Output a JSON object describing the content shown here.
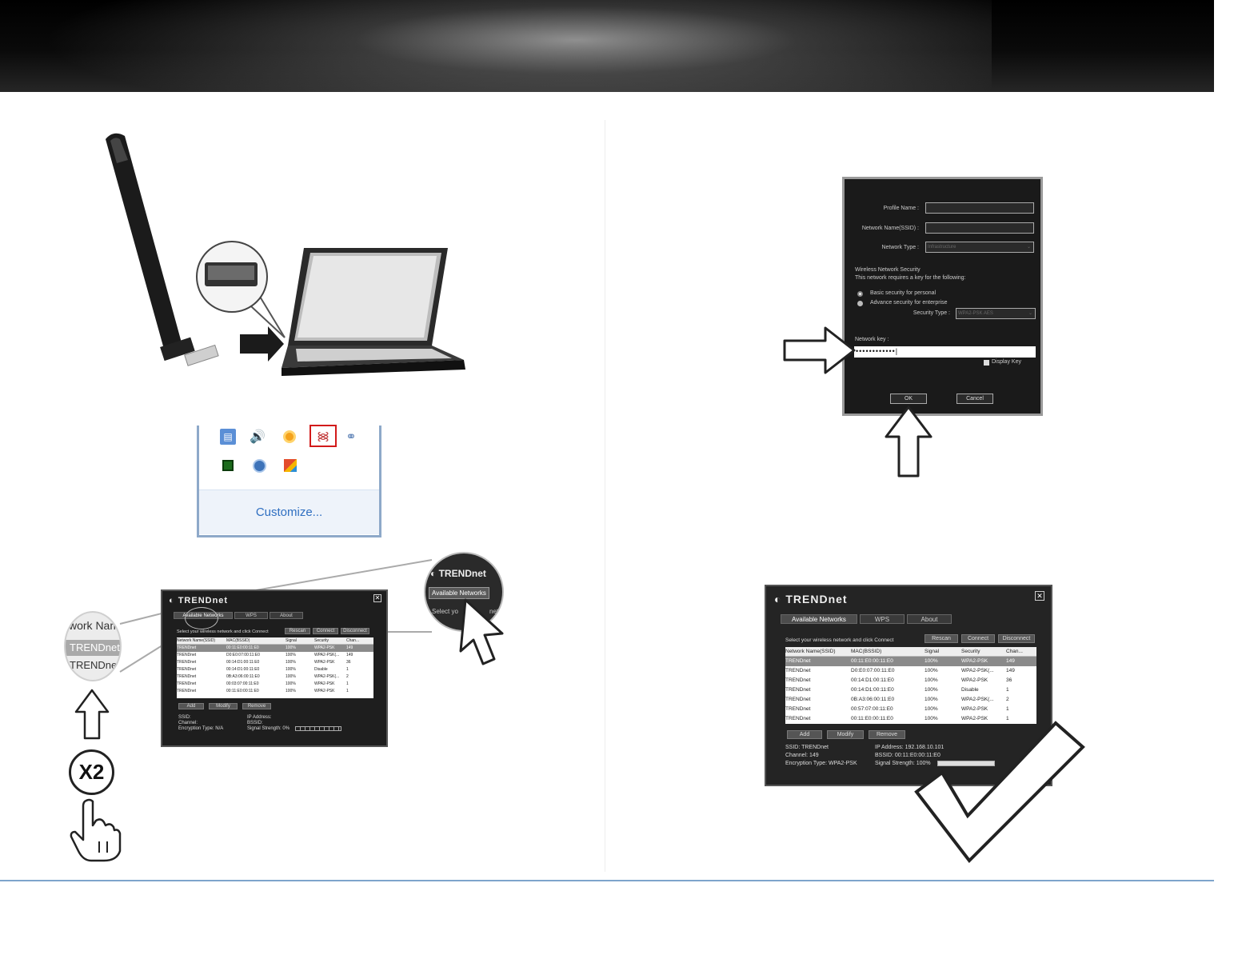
{
  "tray": {
    "customize_label": "Customize..."
  },
  "utility_small": {
    "logo": "TRENDnet",
    "tabs": [
      "Available Networks",
      "WPS",
      "About"
    ],
    "instruction": "Select your wireless network and click Connect",
    "actions": [
      "Rescan",
      "Connect",
      "Disconnect"
    ],
    "columns": [
      "Network Name(SSID)",
      "MAC(BSSID)",
      "Signal",
      "Security",
      "Chan..."
    ],
    "rows": [
      [
        "TRENDnet",
        "00:11:E0:00:11:E0",
        "100%",
        "WPA2-PSK",
        "149"
      ],
      [
        "TRENDnet",
        "D0:E0:07:00:11:E0",
        "100%",
        "WPA2-PSK(...",
        "149"
      ],
      [
        "TRENDnet",
        "00:14:D1:00:11:E0",
        "100%",
        "WPA2-PSK",
        "36"
      ],
      [
        "TRENDnet",
        "00:14:D1:00:11:E0",
        "100%",
        "Disable",
        "1"
      ],
      [
        "TRENDnet",
        "0B:A3:06:00:11:E0",
        "100%",
        "WPA2-PSK(...",
        "2"
      ],
      [
        "TRENDnet",
        "00:03:07:00:11:E0",
        "100%",
        "WPA2-PSK",
        "1"
      ],
      [
        "TRENDnet",
        "00:11:E0:00:11:E0",
        "100%",
        "WPA2-PSK",
        "1"
      ]
    ],
    "bottom_buttons": [
      "Add",
      "Modify",
      "Remove"
    ],
    "status": {
      "ssid": "SSID:",
      "channel": "Channel:",
      "encryption": "Encryption Type: N/A",
      "ip": "IP Address:",
      "bssid": "BSSID:",
      "signal": "Signal Strength:  0%"
    }
  },
  "zoom_left": {
    "header": "work Nam",
    "rows": [
      "TRENDnet",
      "TRENDnet"
    ]
  },
  "zoom_right": {
    "logo": "TRENDnet",
    "tab": "Available Networks",
    "text": "Select yo",
    "text2": "net"
  },
  "click_count": "X2",
  "dialog": {
    "profile_name_label": "Profile Name :",
    "network_name_label": "Network Name(SSID) :",
    "network_type_label": "Network Type :",
    "network_type_value": "Infrastructure",
    "security_heading": "Wireless Network Security",
    "security_note": "This network requires  a key for the following:",
    "basic_security": "Basic security for personal",
    "advance_security": "Advance security for enterprise",
    "security_type_label": "Security Type :",
    "security_type_value": "WPA2-PSK  AES",
    "network_key_label": "Network key :",
    "network_key_value": "••••••••••••|",
    "display_key": "Display Key",
    "ok": "OK",
    "cancel": "Cancel"
  },
  "utility_large": {
    "logo": "TRENDnet",
    "tabs": [
      "Available Networks",
      "WPS",
      "About"
    ],
    "instruction": "Select your wireless network and click Connect",
    "actions": [
      "Rescan",
      "Connect",
      "Disconnect"
    ],
    "columns": [
      "Network Name(SSID)",
      "MAC(BSSID)",
      "Signal",
      "Security",
      "Chan..."
    ],
    "rows": [
      [
        "TRENDnet",
        "00:11:E0:00:11:E0",
        "100%",
        "WPA2-PSK",
        "149"
      ],
      [
        "TRENDnet",
        "D0:E0:07:00:11:E0",
        "100%",
        "WPA2-PSK(...",
        "149"
      ],
      [
        "TRENDnet",
        "00:14:D1:00:11:E0",
        "100%",
        "WPA2-PSK",
        "36"
      ],
      [
        "TRENDnet",
        "00:14:D1:00:11:E0",
        "100%",
        "Disable",
        "1"
      ],
      [
        "TRENDnet",
        "0B:A3:06:00:11:E0",
        "100%",
        "WPA2-PSK(...",
        "2"
      ],
      [
        "TRENDnet",
        "00:57:07:00:11:E0",
        "100%",
        "WPA2-PSK",
        "1"
      ],
      [
        "TRENDnet",
        "00:11:E0:00:11:E0",
        "100%",
        "WPA2-PSK",
        "1"
      ]
    ],
    "bottom_buttons": [
      "Add",
      "Modify",
      "Remove"
    ],
    "status": {
      "ssid": "SSID: TRENDnet",
      "channel": "Channel: 149",
      "encryption": "Encryption Type: WPA2-PSK",
      "ip": "IP Address: 192.168.10.101",
      "bssid": "BSSID: 00:11:E0:00:11:E0",
      "signal": "Signal Strength: 100%"
    }
  }
}
